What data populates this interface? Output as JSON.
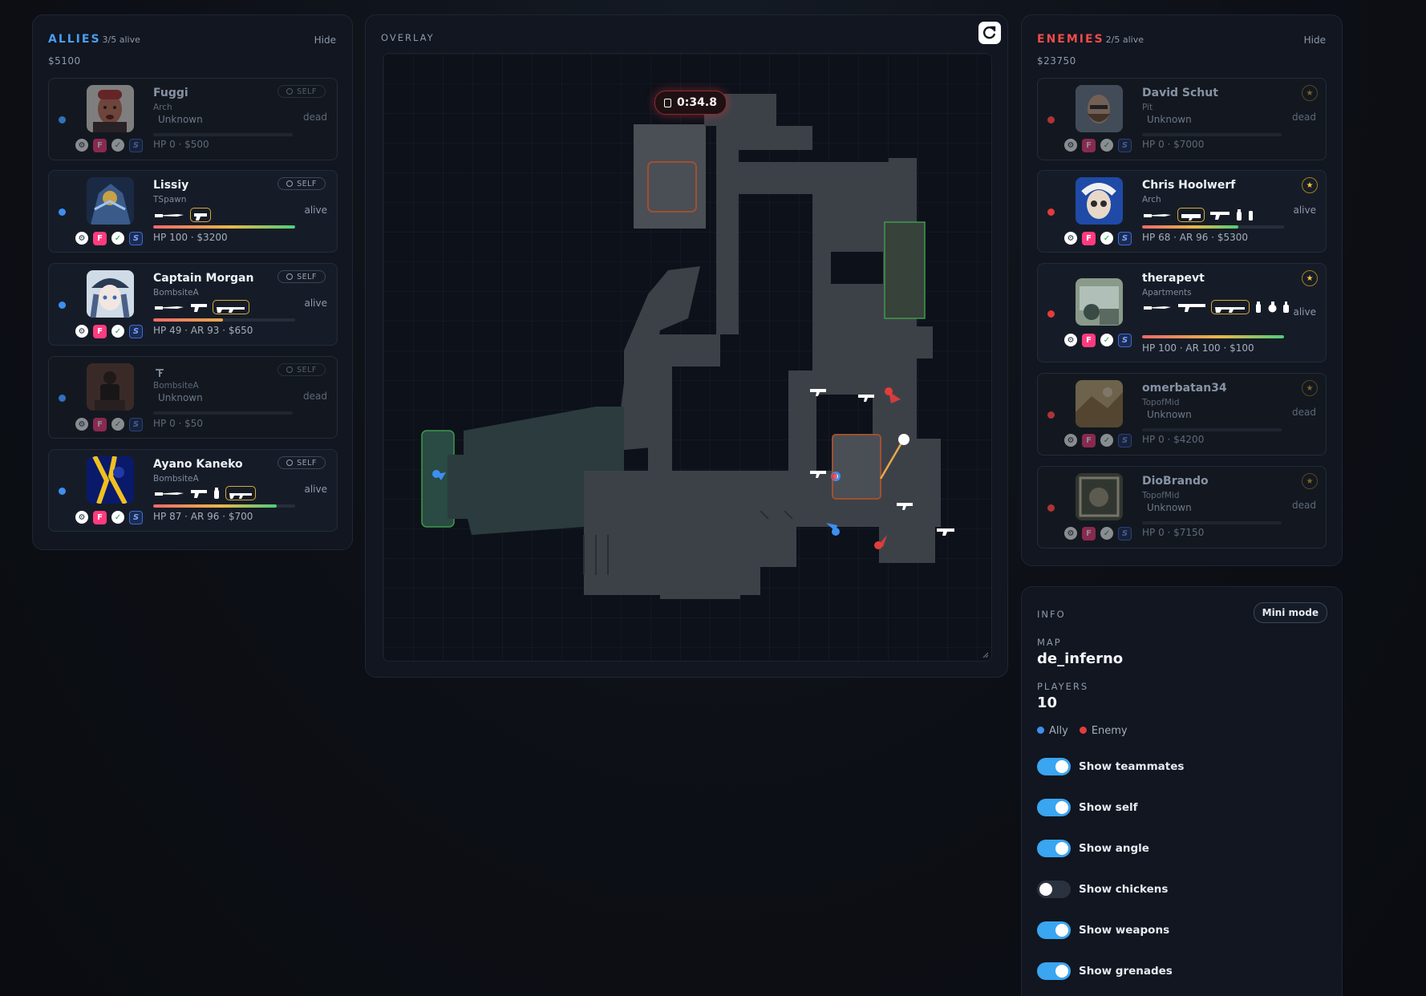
{
  "allies": {
    "title": "ALLIES",
    "alive_count": "3/5 alive",
    "hide_label": "Hide",
    "total_money": "$5100",
    "players": [
      {
        "name": "Fuggi",
        "location": "Arch",
        "weapon_text": "Unknown",
        "state": "dead",
        "stats": "HP 0 · $500",
        "hp": 0,
        "badge": "SELF",
        "dead": true
      },
      {
        "name": "Lissiy",
        "location": "TSpawn",
        "state": "alive",
        "stats": "HP 100 · $3200",
        "hp": 100,
        "badge": "SELF",
        "dead": false
      },
      {
        "name": "Captain Morgan",
        "location": "BombsiteA",
        "state": "alive",
        "stats": "HP 49 · AR 93 · $650",
        "hp": 49,
        "badge": "SELF",
        "dead": false
      },
      {
        "name": "",
        "location": "BombsiteA",
        "weapon_text": "Unknown",
        "state": "dead",
        "stats": "HP 0 · $50",
        "hp": 0,
        "badge": "SELF",
        "dead": true
      },
      {
        "name": "Ayano Kaneko",
        "location": "BombsiteA",
        "state": "alive",
        "stats": "HP 87 · AR 96 · $700",
        "hp": 87,
        "badge": "SELF",
        "dead": false
      }
    ]
  },
  "enemies": {
    "title": "ENEMIES",
    "alive_count": "2/5 alive",
    "hide_label": "Hide",
    "total_money": "$23750",
    "players": [
      {
        "name": "David Schut",
        "location": "Pit",
        "weapon_text": "Unknown",
        "state": "dead",
        "stats": "HP 0 · $7000",
        "hp": 0,
        "dead": true
      },
      {
        "name": "Chris Hoolwerf",
        "location": "Arch",
        "state": "alive",
        "stats": "HP 68 · AR 96 · $5300",
        "hp": 68,
        "dead": false
      },
      {
        "name": "therapevt",
        "location": "Apartments",
        "state": "alive",
        "stats": "HP 100 · AR 100 · $100",
        "hp": 100,
        "dead": false
      },
      {
        "name": "omerbatan34",
        "location": "TopofMid",
        "weapon_text": "Unknown",
        "state": "dead",
        "stats": "HP 0 · $4200",
        "hp": 0,
        "dead": true
      },
      {
        "name": "DioBrando",
        "location": "TopofMid",
        "weapon_text": "Unknown",
        "state": "dead",
        "stats": "HP 0 · $7150",
        "hp": 0,
        "dead": true
      }
    ]
  },
  "overlay": {
    "title": "OVERLAY",
    "timer": "0:34.8"
  },
  "info": {
    "title": "INFO",
    "mini_mode_label": "Mini mode",
    "map_label": "MAP",
    "map_value": "de_inferno",
    "players_label": "PLAYERS",
    "players_value": "10",
    "legend_ally": "Ally",
    "legend_enemy": "Enemy",
    "toggles": [
      {
        "label": "Show teammates",
        "on": true
      },
      {
        "label": "Show self",
        "on": true
      },
      {
        "label": "Show angle",
        "on": true
      },
      {
        "label": "Show chickens",
        "on": false
      },
      {
        "label": "Show weapons",
        "on": true
      },
      {
        "label": "Show grenades",
        "on": true
      }
    ]
  },
  "colors": {
    "ally": "#3d8ff0",
    "enemy": "#e43c3c",
    "toggle_on": "#3aa5f0",
    "accent_gold": "#d9a93a"
  }
}
